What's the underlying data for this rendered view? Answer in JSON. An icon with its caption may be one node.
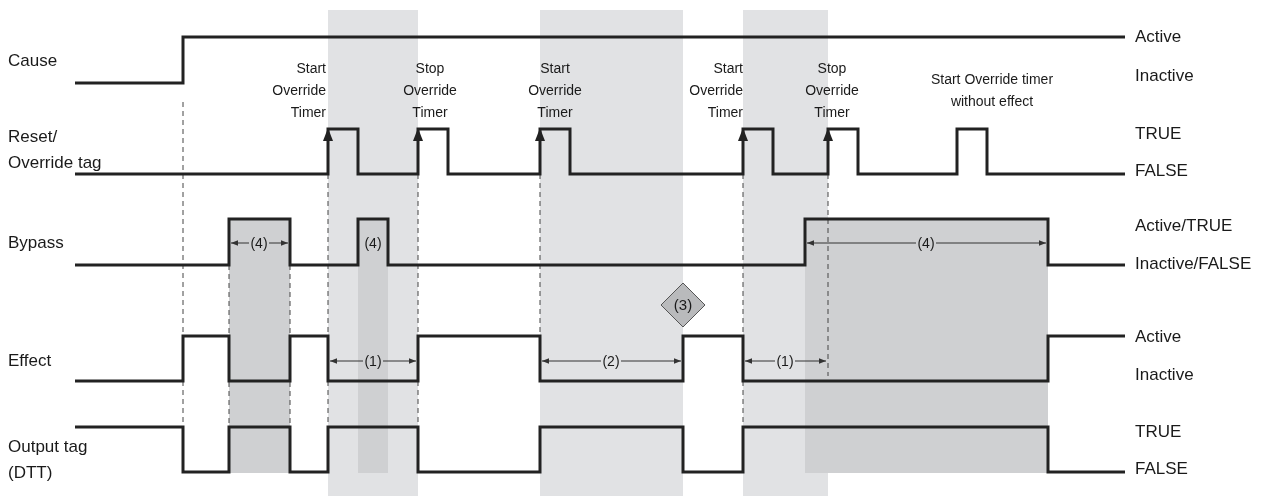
{
  "diagram": {
    "nodes": [
      {
        "text": [
          "(3)"
        ]
      }
    ],
    "edges": [],
    "labels": [
      "Cause",
      "Active",
      "Inactive",
      "Start Override Timer",
      "Stop Override Timer",
      "Start Override Timer",
      "Start Override Timer",
      "Stop Override Timer",
      "Start Override timer without effect",
      "Reset/ Override tag",
      "TRUE",
      "FALSE",
      "Bypass",
      "(4)",
      "(4)",
      "Active/TRUE",
      "Inactive/FALSE",
      "(4)",
      "Effect",
      "(1)",
      "(2)",
      "(1)",
      "Active",
      "Inactive",
      "Output tag (DTT)",
      "TRUE",
      "FALSE"
    ]
  }
}
